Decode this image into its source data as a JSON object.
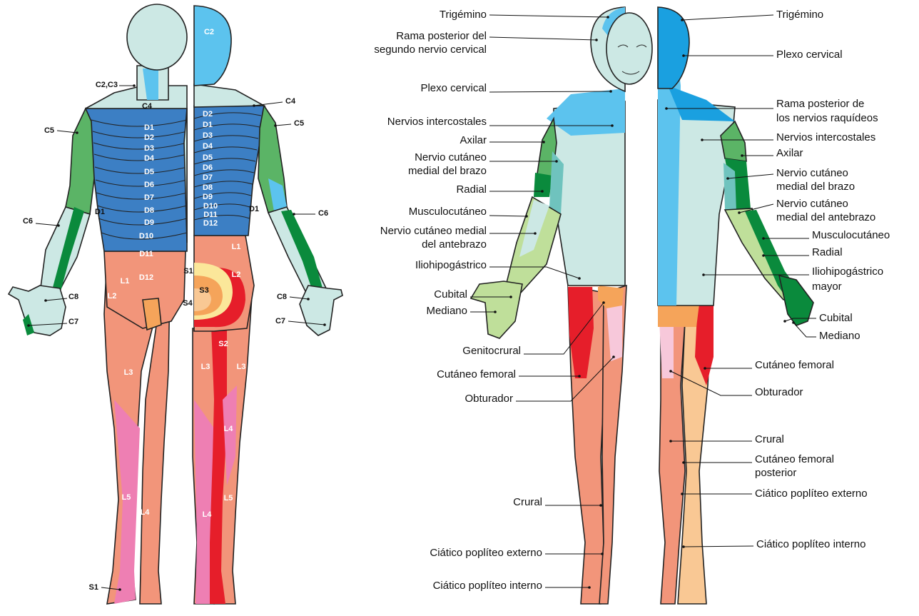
{
  "colors": {
    "skin_light": "#cce8e4",
    "cervical_blue": "#5cc3ee",
    "bright_blue": "#1aa0e0",
    "thoracic_blue": "#3c7fc4",
    "green_light": "#5bb466",
    "green_dark": "#0a8a3c",
    "green_pale": "#bfdf9a",
    "salmon": "#f2957a",
    "pink": "#ee7fb3",
    "red": "#e61e2a",
    "orange": "#f5a45a",
    "peach": "#f9c894",
    "yellow": "#fbe79a",
    "pale_pink": "#f7c8da",
    "teal": "#6fc3be"
  },
  "dermatome_front": {
    "d_levels": [
      "D1",
      "D2",
      "D3",
      "D4",
      "D5",
      "D6",
      "D7",
      "D8",
      "D9",
      "D10",
      "D11",
      "D12"
    ],
    "lumbar": [
      "L1",
      "L2",
      "L3",
      "L5",
      "L4"
    ],
    "left_labels": [
      "C2,C3",
      "C4",
      "C5",
      "C6",
      "D1",
      "C8",
      "C7",
      "S1"
    ]
  },
  "dermatome_back": {
    "top": "C2",
    "d_levels": [
      "D2",
      "D1",
      "D3",
      "D4",
      "D5",
      "D6",
      "D7",
      "D8",
      "D9",
      "D10",
      "D11",
      "D12"
    ],
    "sacral": [
      "S1",
      "S3",
      "S4",
      "S2"
    ],
    "lumbar": [
      "L1",
      "L2",
      "L3",
      "L3",
      "L4",
      "L5",
      "L4"
    ],
    "right_labels": [
      "C4",
      "C5",
      "D1",
      "C6",
      "C8",
      "C7"
    ]
  },
  "nerves_front_left": [
    "Trigémino",
    "Rama posterior del",
    "segundo nervio cervical",
    "Plexo cervical",
    "Nervios intercostales",
    "Axilar",
    "Nervio cutáneo",
    "medial del brazo",
    "Radial",
    "Musculocutáneo",
    "Nervio cutáneo medial",
    "del antebrazo",
    "Iliohipogástrico",
    "Cubital",
    "Mediano",
    "Genitocrural",
    "Cutáneo femoral",
    "Obturador",
    "Crural",
    "Ciático poplíteo externo",
    "Ciático poplíteo interno"
  ],
  "nerves_back_right": [
    "Trigémino",
    "Plexo cervical",
    "Rama posterior de",
    "los nervios raquídeos",
    "Nervios intercostales",
    "Axilar",
    "Nervio cutáneo",
    "medial del brazo",
    "Nervio cutáneo",
    "medial del antebrazo",
    "Musculocutáneo",
    "Radial",
    "Iliohipogástrico",
    "mayor",
    "Cubital",
    "Mediano",
    "Cutáneo femoral",
    "Obturador",
    "Crural",
    "Cutáneo femoral",
    "posterior",
    "Ciático poplíteo externo",
    "Ciático poplíteo interno"
  ]
}
